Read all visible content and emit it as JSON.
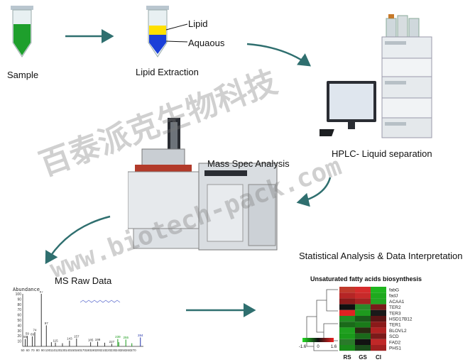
{
  "steps": {
    "sample": "Sample",
    "lipid_extraction": "Lipid Extraction",
    "hplc": "HPLC- Liquid separation",
    "mass_spec": "Mass Spec Analysis",
    "ms_raw": "MS Raw Data",
    "stats": "Statistical Analysis & Data Interpretation"
  },
  "tube_labels": {
    "lipid": "Lipid",
    "aquaous": "Aquaous"
  },
  "heatmap": {
    "title": "Unsaturated fatty acids biosynthesis",
    "columns": [
      "RS",
      "GS",
      "CI"
    ],
    "genes": [
      "fabG",
      "fadJ",
      "ACAA1",
      "TER2",
      "TER3",
      "HSD17B12",
      "TER1",
      "BLOVL2",
      "SCD",
      "FAD2",
      "PHS1"
    ],
    "scale": {
      "min": "-1.6",
      "mid": "0",
      "max": "1.6"
    },
    "cells": [
      [
        "#c0392b",
        "#d62c2c",
        "#1fb51f"
      ],
      [
        "#b52525",
        "#c82a2a",
        "#1ea91e"
      ],
      [
        "#8a1a1a",
        "#a52222",
        "#22a522"
      ],
      [
        "#111111",
        "#2a8a2a",
        "#7a1a1a"
      ],
      [
        "#e02222",
        "#1e9a1e",
        "#1a1a1a"
      ],
      [
        "#228b22",
        "#1a5a1a",
        "#5a1515"
      ],
      [
        "#1a6a1a",
        "#1a7a1a",
        "#8a1a1a"
      ],
      [
        "#1fa01f",
        "#2a2a12",
        "#b02222"
      ],
      [
        "#1a9a1a",
        "#1a6a1a",
        "#7a1a1a"
      ],
      [
        "#2a7a2a",
        "#121212",
        "#c02828"
      ],
      [
        "#1a8a1a",
        "#1a4a1a",
        "#a02020"
      ]
    ]
  },
  "ms_spectrum": {
    "y_axis_title": "Abundance",
    "y_ticks": [
      "100",
      "90",
      "80",
      "70",
      "60",
      "50",
      "40",
      "30",
      "20",
      "10"
    ],
    "x_ticks": [
      "50",
      "60",
      "70",
      "80",
      "90",
      "100",
      "110",
      "120",
      "130",
      "140",
      "150",
      "160",
      "170",
      "180",
      "190",
      "200",
      "210",
      "220",
      "230",
      "240",
      "250",
      "260",
      "270"
    ],
    "peaks": [
      {
        "mz": 55,
        "h": 14,
        "label": "55"
      },
      {
        "mz": 59,
        "h": 20,
        "label": "59"
      },
      {
        "mz": 69,
        "h": 19,
        "label": "69"
      },
      {
        "mz": 74,
        "h": 27,
        "label": "74"
      },
      {
        "mz": 87,
        "h": 100,
        "label": "87"
      },
      {
        "mz": 97,
        "h": 40,
        "label": "97"
      },
      {
        "mz": 107,
        "h": 8,
        "label": ""
      },
      {
        "mz": 115,
        "h": 7,
        "label": "115"
      },
      {
        "mz": 129,
        "h": 6,
        "label": ""
      },
      {
        "mz": 143,
        "h": 11,
        "label": "143"
      },
      {
        "mz": 157,
        "h": 15,
        "label": "157"
      },
      {
        "mz": 185,
        "h": 8,
        "label": "185"
      },
      {
        "mz": 199,
        "h": 9,
        "label": "199"
      },
      {
        "mz": 213,
        "h": 7,
        "label": ""
      },
      {
        "mz": 227,
        "h": 5,
        "label": "227"
      },
      {
        "mz": 239,
        "h": 14,
        "label": "239"
      },
      {
        "mz": 241,
        "h": 8,
        "label": ""
      },
      {
        "mz": 255,
        "h": 13,
        "label": "255"
      },
      {
        "mz": 267,
        "h": 6,
        "label": ""
      },
      {
        "mz": 284,
        "h": 17,
        "label": "284"
      }
    ]
  },
  "watermarks": {
    "chinese": "百泰派克生物科技",
    "url": "www.biotech-pack.com"
  }
}
